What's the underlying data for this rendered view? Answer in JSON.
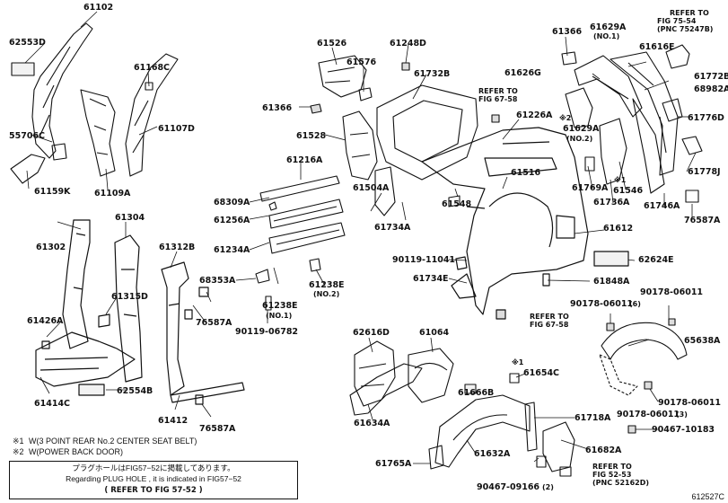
{
  "labels": {
    "p61102": "61102",
    "p62553D": "62553D",
    "p61168C": "61168C",
    "p61107D": "61107D",
    "p55706C": "55706C",
    "p61159K": "61159K",
    "p61109A": "61109A",
    "p61526": "61526",
    "p61576": "61576",
    "p61366a": "61366",
    "p61528": "61528",
    "p61216A": "61216A",
    "p68309A": "68309A",
    "p61256A": "61256A",
    "p61234A": "61234A",
    "p68353A": "68353A",
    "p61238Ea": "61238E",
    "p61238Eb": "61238E",
    "p90119_06782": "90119-06782",
    "p61248D": "61248D",
    "p61732B": "61732B",
    "p61504A": "61504A",
    "p61734A": "61734A",
    "p61548": "61548",
    "p61226A": "61226A",
    "p61516": "61516",
    "p61612": "61612",
    "p90119_11041": "90119-11041",
    "p61734E": "61734E",
    "p61848A": "61848A",
    "p62624E": "62624E",
    "p61366b": "61366",
    "p61629A1": "61629A",
    "p61629A2": "61629A",
    "p61626G": "61626G",
    "p61616E": "61616E",
    "p61772B": "61772B",
    "p68982A": "68982A",
    "p61776D": "61776D",
    "p61778J": "61778J",
    "p61769A": "61769A",
    "p61546": "61546",
    "p61736A": "61736A",
    "p61746A": "61746A",
    "p76587A_a": "76587A",
    "p61302": "61302",
    "p61304": "61304",
    "p61312B": "61312B",
    "p61315D": "61315D",
    "p61426A": "61426A",
    "p61414C": "61414C",
    "p62554B": "62554B",
    "p61412": "61412",
    "p76587A_b": "76587A",
    "p76587A_c": "76587A",
    "p62616D": "62616D",
    "p61064": "61064",
    "p61634A": "61634A",
    "p61666B": "61666B",
    "p61654C": "61654C",
    "p61718A": "61718A",
    "p61632A": "61632A",
    "p61682A": "61682A",
    "p61765A": "61765A",
    "p90467_09166": "90467-09166",
    "p90178_06011a": "90178-06011",
    "p90178_06011b": "90178-06011",
    "p90178_06011c": "90178-06011",
    "p90178_06011d": "90178-06011",
    "p65638A": "65638A",
    "p90467_10183": "90467-10183"
  },
  "sublabels": {
    "no2_a": "(NO.2)",
    "no1_a": "(NO.1)",
    "no1_b": "(NO.1)",
    "no2_b": "(NO.2)",
    "q6": "(6)",
    "q2": "(2)",
    "q3": "(3)",
    "mark1_a": "※1",
    "mark2_a": "※2",
    "mark1_b": "※1",
    "mark1_c": "※1"
  },
  "refs": {
    "r1_line1": "REFER TO",
    "r1_line2": "FIG 75-54",
    "r1_line3": "(PNC 75247B)",
    "r2_line1": "REFER TO",
    "r2_line2": "FIG 67-58",
    "r3_line1": "REFER TO",
    "r3_line2": "FIG 67-58",
    "r4_line1": "REFER TO",
    "r4_line2": "FIG 52-53",
    "r4_line3": "(PNC 52162D)"
  },
  "footnotes": {
    "f1_mark": "※1",
    "f1_text": "W(3 POINT REAR No.2 CENTER SEAT BELT)",
    "f2_mark": "※2",
    "f2_text": "W(POWER BACK DOOR)"
  },
  "notice": {
    "line1": "プラグホールはFIG57−52に掲載してあります。",
    "line2": "Regarding PLUG HOLE , it is indicated in FIG57−52",
    "line3": "(    REFER TO FIG 57-52    )"
  },
  "catalog_id": "612527C",
  "colors": {
    "ink": "#111111",
    "background": "#ffffff"
  }
}
